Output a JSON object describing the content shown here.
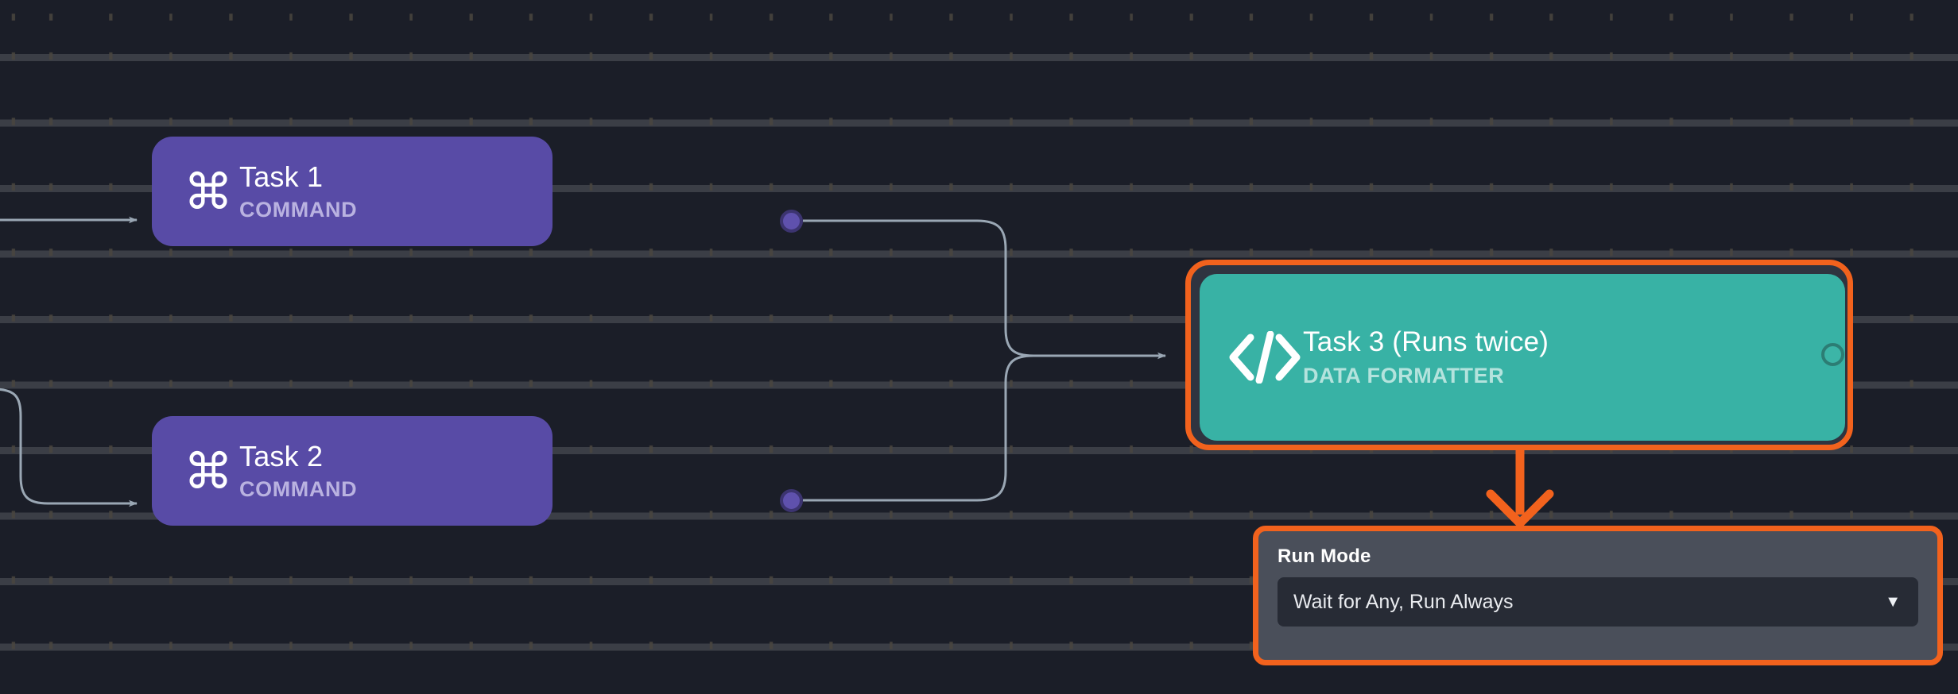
{
  "canvas": {
    "background_color": "#1b1e28",
    "grid_dot_color": "#4a463f"
  },
  "palette": {
    "command_node": "#584ba6",
    "command_subtitle": "#b9b2e0",
    "formatter_node": "#38b2a5",
    "formatter_subtitle": "#b4e3dd",
    "highlight_orange": "#f2621d",
    "panel_background": "#4a4f5a",
    "select_background": "#272b35",
    "edge_line": "#9aa7b4",
    "selection_inner": "#2f3440"
  },
  "nodes": [
    {
      "id": "task-1",
      "title": "Task 1",
      "subtitle": "COMMAND",
      "icon": "command-icon",
      "icon_glyph": "⌘",
      "type": "command",
      "selected": false
    },
    {
      "id": "task-2",
      "title": "Task 2",
      "subtitle": "COMMAND",
      "icon": "command-icon",
      "icon_glyph": "⌘",
      "type": "command",
      "selected": false
    },
    {
      "id": "task-3",
      "title": "Task 3 (Runs twice)",
      "subtitle": "DATA FORMATTER",
      "icon": "code-brackets-icon",
      "type": "data-formatter",
      "selected": true
    }
  ],
  "panel": {
    "label": "Run Mode",
    "select": {
      "value": "Wait for Any, Run Always",
      "caret_glyph": "▼"
    }
  }
}
